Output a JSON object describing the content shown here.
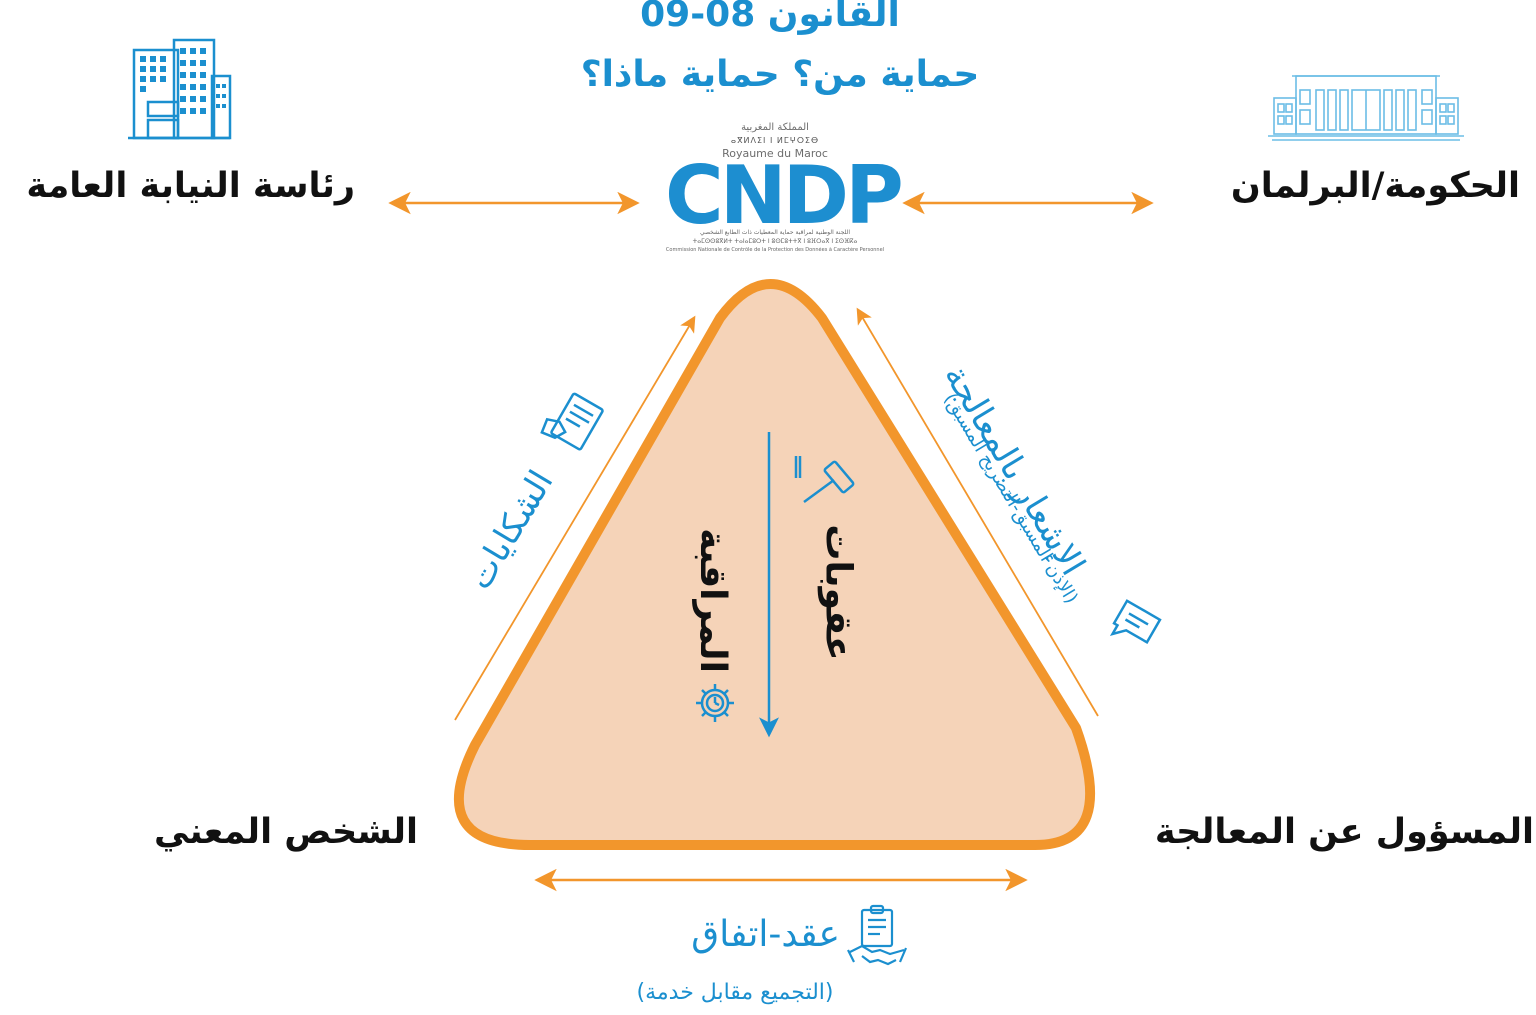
{
  "title": {
    "line1": "القانون  08-09",
    "line2": "حماية من؟  حماية ماذا؟"
  },
  "logo": {
    "ar_line": "المملكة المغربية",
    "tif_line": "ⴰⴳⵍⴷⵉⵏ ⵏ ⵍⵎⵖⵔⵉⴱ",
    "fr_line": "Royaume du Maroc",
    "brand": "CNDP",
    "sub_ar": "اللجنة الوطنية لمراقبة حماية المعطيات ذات الطابع الشخصي",
    "sub_tif": "ⵜⴰⵎⵙⵙⵓⴳⵍⵜ ⵜⴰⵏⴰⵎⵓⵔⵜ ⵏ ⵓⵙⵎⵓⵜⵜⴳ ⵏ ⵓⴼⵔⴰⴳ ⵏ ⵉⵙⴼⴽⴰ",
    "sub_fr": "Commission Nationale de Contrôle de la Protection des Données à Caractère Personnel"
  },
  "nodes": {
    "prosecution": "رئاسة النيابة العامة",
    "government": "الحكومة/البرلمان",
    "data_subject": "الشخص المعني",
    "controller": "المسؤول عن المعالجة"
  },
  "edges": {
    "complaints": "الشكايات",
    "notification": "الإشعار بالمعالجة",
    "notification_sub": "(الإذن المسبق-التصريح المسبق)",
    "contract": "عقد-اتفاق",
    "contract_sub": "(التجميع مقابل خدمة)"
  },
  "center": {
    "monitoring": "المراقبة",
    "sanctions": "عقوبات"
  },
  "colors": {
    "accent_blue": "#1b8fcf",
    "orange": "#f2962c",
    "triangle_fill": "#f5d3b8"
  },
  "icons": {
    "prosecution": "office-building-icon",
    "government": "parliament-building-icon",
    "complaints": "complaint-form-icon",
    "notification": "message-bubble-icon",
    "contract": "handshake-contract-icon",
    "monitoring": "gear-clock-icon",
    "sanctions": "gavel-icon"
  }
}
